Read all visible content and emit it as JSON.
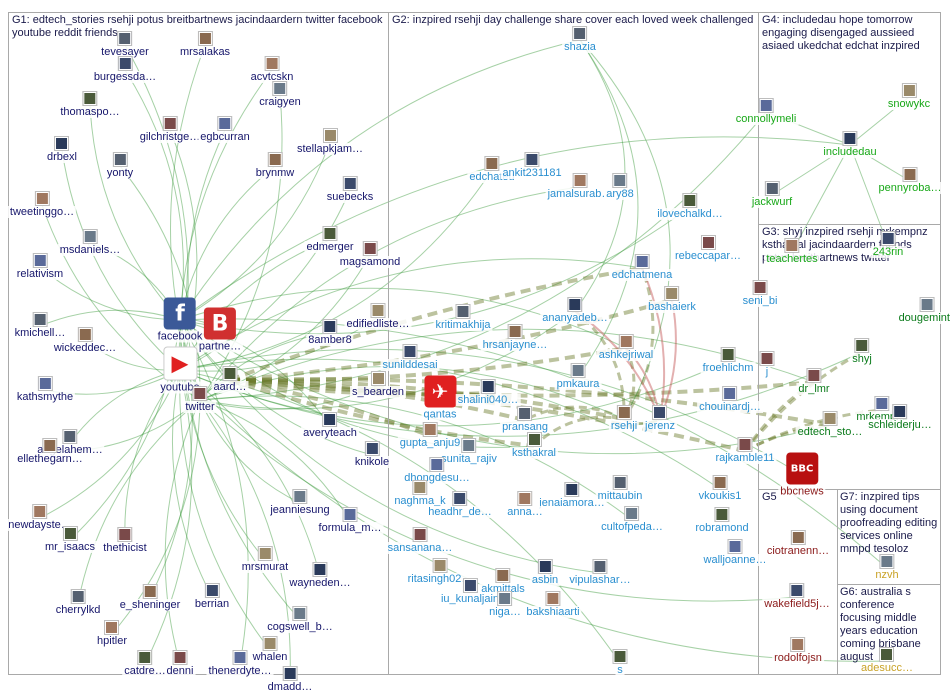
{
  "groups": [
    {
      "id": "g1",
      "title": "G1: edtech_stories rsehji potus breitbartnews jacindaardern twitter facebook youtube reddit friends"
    },
    {
      "id": "g2",
      "title": "G2: inzpired rsehji day challenge share cover each loved week challenged"
    },
    {
      "id": "g4",
      "title": "G4: includedau hope tomorrow engaging disengaged aussieed asiaed ukedchat edchat inzpired"
    },
    {
      "id": "g3",
      "title": "G3: shyj inzpired rsehji mrkempnz ksthakral jacindaardern friends potus breitbartnews twitter"
    },
    {
      "id": "g5",
      "title": "G5"
    },
    {
      "id": "g7",
      "title": "G7: inzpired tips using document proofreading editing services online mmpd tesoloz"
    },
    {
      "id": "g6",
      "title": "G6: australia s conference focusing middle years education coming brisbane august"
    }
  ],
  "colors": {
    "g1": "#16166b",
    "g2": "#2a8fd0",
    "g3": "#0a7a1a",
    "g4": "#18a818",
    "g5": "#8b1a1a",
    "g7": "#c9a227",
    "g6": "#c9a227",
    "edge_green": "#3a9a3a",
    "edge_olive": "#6b7a2a",
    "edge_red": "#c05050"
  },
  "nodes": [
    {
      "id": "n1",
      "label": "tevesayer",
      "group": "g1"
    },
    {
      "id": "n2",
      "label": "mrsalakas",
      "group": "g1"
    },
    {
      "id": "n3",
      "label": "burgessda…",
      "group": "g1"
    },
    {
      "id": "n4",
      "label": "acvtcskn",
      "group": "g1"
    },
    {
      "id": "n5",
      "label": "craigyen",
      "group": "g1"
    },
    {
      "id": "n6",
      "label": "thomaspo…",
      "group": "g1"
    },
    {
      "id": "n7",
      "label": "gilchristge…",
      "group": "g1"
    },
    {
      "id": "n8",
      "label": "egbcurran",
      "group": "g1"
    },
    {
      "id": "n9",
      "label": "stellapkjam…",
      "group": "g1"
    },
    {
      "id": "n10",
      "label": "drbexl",
      "group": "g1"
    },
    {
      "id": "n11",
      "label": "yonty",
      "group": "g1"
    },
    {
      "id": "n12",
      "label": "brynmw",
      "group": "g1"
    },
    {
      "id": "n13",
      "label": "suebecks",
      "group": "g1"
    },
    {
      "id": "n14",
      "label": "tweetinggo…",
      "group": "g1"
    },
    {
      "id": "n15",
      "label": "msdaniels…",
      "group": "g1"
    },
    {
      "id": "n16",
      "label": "edmerger",
      "group": "g1"
    },
    {
      "id": "n17",
      "label": "magsamond",
      "group": "g1"
    },
    {
      "id": "n18",
      "label": "relativism",
      "group": "g1"
    },
    {
      "id": "n19",
      "label": "edifiedliste…",
      "group": "g1"
    },
    {
      "id": "n20",
      "label": "8amber8",
      "group": "g1"
    },
    {
      "id": "n21",
      "label": "kmichell…",
      "group": "g1"
    },
    {
      "id": "n22",
      "label": "wickeddec…",
      "group": "g1"
    },
    {
      "id": "n23",
      "label": "facebook",
      "group": "g1"
    },
    {
      "id": "n24",
      "label": "partne…",
      "group": "g1"
    },
    {
      "id": "n25",
      "label": "youtube",
      "group": "g1"
    },
    {
      "id": "n26",
      "label": "aard…",
      "group": "g1"
    },
    {
      "id": "n27",
      "label": "twitter",
      "group": "g1"
    },
    {
      "id": "n28",
      "label": "kathsmythe",
      "group": "g1"
    },
    {
      "id": "n29",
      "label": "s_bearden",
      "group": "g1"
    },
    {
      "id": "n30",
      "label": "averyteach",
      "group": "g1"
    },
    {
      "id": "n31",
      "label": "angelahem…",
      "group": "g1"
    },
    {
      "id": "n32",
      "label": "ellethegarn…",
      "group": "g1"
    },
    {
      "id": "n33",
      "label": "knikole",
      "group": "g1"
    },
    {
      "id": "n34",
      "label": "newdayste…",
      "group": "g1"
    },
    {
      "id": "n35",
      "label": "jeanniesung",
      "group": "g1"
    },
    {
      "id": "n36",
      "label": "mr_isaacs",
      "group": "g1"
    },
    {
      "id": "n37",
      "label": "thethicist",
      "group": "g1"
    },
    {
      "id": "n38",
      "label": "formula_m…",
      "group": "g1"
    },
    {
      "id": "n39",
      "label": "mrsmurat",
      "group": "g1"
    },
    {
      "id": "n40",
      "label": "wayneden…",
      "group": "g1"
    },
    {
      "id": "n41",
      "label": "cherrylkd",
      "group": "g1"
    },
    {
      "id": "n42",
      "label": "e_sheninger",
      "group": "g1"
    },
    {
      "id": "n43",
      "label": "berrian",
      "group": "g1"
    },
    {
      "id": "n44",
      "label": "hpitler",
      "group": "g1"
    },
    {
      "id": "n45",
      "label": "cogswell_b…",
      "group": "g1"
    },
    {
      "id": "n46",
      "label": "catdre…",
      "group": "g1"
    },
    {
      "id": "n47",
      "label": "denni",
      "group": "g1"
    },
    {
      "id": "n48",
      "label": "thenerdyte…",
      "group": "g1"
    },
    {
      "id": "n49",
      "label": "whalen",
      "group": "g1"
    },
    {
      "id": "n50",
      "label": "dmadd…",
      "group": "g1"
    },
    {
      "id": "n51",
      "label": "shazia",
      "group": "g2"
    },
    {
      "id": "n52",
      "label": "edchateu",
      "group": "g2"
    },
    {
      "id": "n53",
      "label": "ankit231181",
      "group": "g2"
    },
    {
      "id": "n54",
      "label": "jamalsurab…",
      "group": "g2"
    },
    {
      "id": "n55",
      "label": "ary88",
      "group": "g2"
    },
    {
      "id": "n56",
      "label": "ilovechalkd…",
      "group": "g2"
    },
    {
      "id": "n57",
      "label": "rebeccapar…",
      "group": "g2"
    },
    {
      "id": "n58",
      "label": "edchatmena",
      "group": "g2"
    },
    {
      "id": "n59",
      "label": "bashaierk",
      "group": "g2"
    },
    {
      "id": "n60",
      "label": "ananyadeb…",
      "group": "g2"
    },
    {
      "id": "n61",
      "label": "kritimakhija",
      "group": "g2"
    },
    {
      "id": "n62",
      "label": "hrsanjayne…",
      "group": "g2"
    },
    {
      "id": "n63",
      "label": "sunilddesai",
      "group": "g2"
    },
    {
      "id": "n64",
      "label": "ashkejriwal",
      "group": "g2"
    },
    {
      "id": "n65",
      "label": "pmkaura",
      "group": "g2"
    },
    {
      "id": "n66",
      "label": "froehlichm",
      "group": "g2"
    },
    {
      "id": "n67",
      "label": "j",
      "group": "g2"
    },
    {
      "id": "n68",
      "label": "chouinardj…",
      "group": "g2"
    },
    {
      "id": "n69",
      "label": "qantas",
      "group": "g2"
    },
    {
      "id": "n70",
      "label": "shalini040…",
      "group": "g2"
    },
    {
      "id": "n71",
      "label": "pransang",
      "group": "g2"
    },
    {
      "id": "n72",
      "label": "rsehji",
      "group": "g2"
    },
    {
      "id": "n73",
      "label": "jerenz",
      "group": "g2"
    },
    {
      "id": "n74",
      "label": "gupta_anju9",
      "group": "g2"
    },
    {
      "id": "n75",
      "label": "sunita_rajiv",
      "group": "g2"
    },
    {
      "id": "n76",
      "label": "ksthakral",
      "group": "g2"
    },
    {
      "id": "n77",
      "label": "rajkamble11",
      "group": "g2"
    },
    {
      "id": "n78",
      "label": "dhongdesu…",
      "group": "g2"
    },
    {
      "id": "n79",
      "label": "naghma_k",
      "group": "g2"
    },
    {
      "id": "n80",
      "label": "jenaiamora…",
      "group": "g2"
    },
    {
      "id": "n81",
      "label": "mittaubin",
      "group": "g2"
    },
    {
      "id": "n82",
      "label": "vkoukis1",
      "group": "g2"
    },
    {
      "id": "n83",
      "label": "headhr_de…",
      "group": "g2"
    },
    {
      "id": "n84",
      "label": "anna…",
      "group": "g2"
    },
    {
      "id": "n85",
      "label": "cultofpeda…",
      "group": "g2"
    },
    {
      "id": "n86",
      "label": "robramond",
      "group": "g2"
    },
    {
      "id": "n87",
      "label": "sansanana…",
      "group": "g2"
    },
    {
      "id": "n88",
      "label": "walljoanne…",
      "group": "g2"
    },
    {
      "id": "n89",
      "label": "ritasingh02…",
      "group": "g2"
    },
    {
      "id": "n90",
      "label": "asbin",
      "group": "g2"
    },
    {
      "id": "n91",
      "label": "vipulashar…",
      "group": "g2"
    },
    {
      "id": "n92",
      "label": "akmittals",
      "group": "g2"
    },
    {
      "id": "n93",
      "label": "iu_kunaljain",
      "group": "g2"
    },
    {
      "id": "n94",
      "label": "bakshiaarti",
      "group": "g2"
    },
    {
      "id": "n95",
      "label": "niga…",
      "group": "g2"
    },
    {
      "id": "n96",
      "label": "s",
      "group": "g2"
    },
    {
      "id": "n97",
      "label": "seni_bi",
      "group": "g2"
    },
    {
      "id": "n98",
      "label": "connollymeli",
      "group": "g4"
    },
    {
      "id": "n99",
      "label": "snowykc",
      "group": "g4"
    },
    {
      "id": "n100",
      "label": "includedau",
      "group": "g4"
    },
    {
      "id": "n101",
      "label": "jackwurf",
      "group": "g4"
    },
    {
      "id": "n102",
      "label": "pennyroba…",
      "group": "g4"
    },
    {
      "id": "n103",
      "label": "243rin",
      "group": "g4"
    },
    {
      "id": "n104",
      "label": "teachertes",
      "group": "g4"
    },
    {
      "id": "n105",
      "label": "dougemints",
      "group": "g3"
    },
    {
      "id": "n106",
      "label": "shyj",
      "group": "g3"
    },
    {
      "id": "n107",
      "label": "dr_lmr",
      "group": "g3"
    },
    {
      "id": "n108",
      "label": "mrkempnz",
      "group": "g3"
    },
    {
      "id": "n109",
      "label": "edtech_sto…",
      "group": "g3"
    },
    {
      "id": "n110",
      "label": "schleiderju…",
      "group": "g3"
    },
    {
      "id": "n111",
      "label": "bbcnews",
      "group": "g5"
    },
    {
      "id": "n112",
      "label": "ciotranenn…",
      "group": "g5"
    },
    {
      "id": "n113",
      "label": "wakefield5j…",
      "group": "g5"
    },
    {
      "id": "n114",
      "label": "rodolfojsn",
      "group": "g5"
    },
    {
      "id": "n115",
      "label": "nzvh",
      "group": "g7"
    },
    {
      "id": "n116",
      "label": "adesucc…",
      "group": "g6"
    }
  ]
}
